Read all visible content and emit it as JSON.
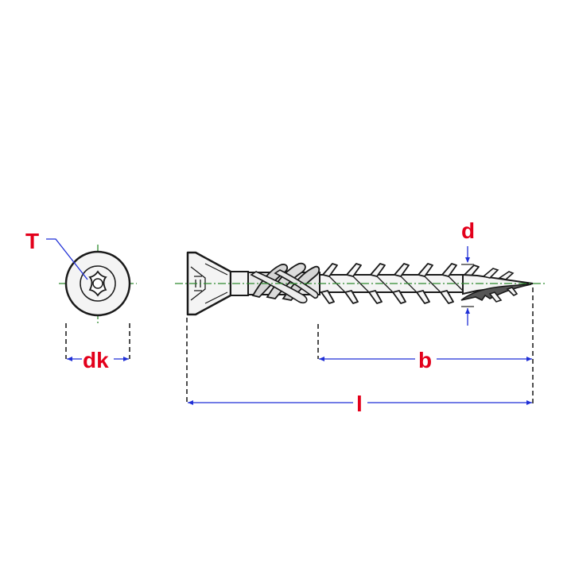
{
  "labels": {
    "torx_drive": "T",
    "head_diameter": "dk",
    "thread_diameter": "d",
    "thread_length": "b",
    "total_length": "l"
  },
  "colors": {
    "outline": "#1a1a1a",
    "centerline": "#2e8b2e",
    "dimension_line": "#1f2fd6",
    "label": "#e3001b",
    "extension_line": "#222222",
    "shading": "#d9d9d9",
    "tip_fill": "#555555"
  }
}
